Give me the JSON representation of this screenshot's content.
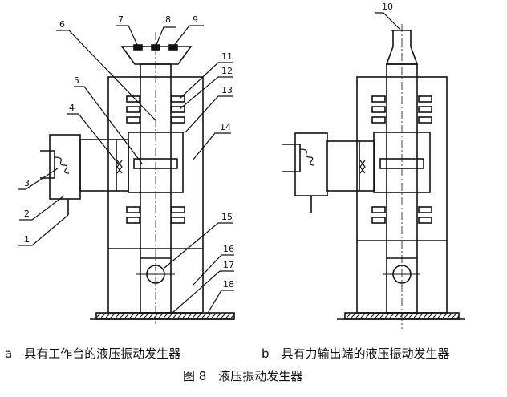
{
  "callouts": [
    "1",
    "2",
    "3",
    "4",
    "5",
    "6",
    "7",
    "8",
    "9",
    "10",
    "11",
    "12",
    "13",
    "14",
    "15",
    "16",
    "17",
    "18"
  ],
  "captions": {
    "a": "a　具有工作台的液压振动发生器",
    "b": "b　具有力输出端的液压振动发生器",
    "figure": "图 8　液压振动发生器"
  },
  "colors": {
    "ink": "#111111",
    "background": "#ffffff"
  }
}
